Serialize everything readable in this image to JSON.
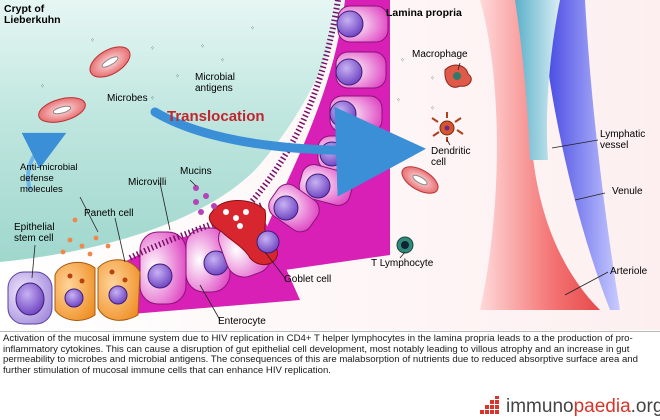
{
  "labels": {
    "crypt": "Crypt of\nLieberkuhn",
    "lamina_propria": "Lamina propria",
    "microbial_antigens": "Microbial\nantigens",
    "microbes": "Microbes",
    "macrophage": "Macrophage",
    "translocation": "Translocation",
    "dendritic_cell": "Dendritic\ncell",
    "lymphatic_vessel": "Lymphatic\nvessel",
    "anti_microbial": "Anti-microbial\ndefense\nmolecules",
    "mucins": "Mucins",
    "microvilli": "Microvilli",
    "venule": "Venule",
    "paneth_cell": "Paneth cell",
    "epithelial_stem_cell": "Epithelial\nstem cell",
    "t_lymphocyte": "T Lymphocyte",
    "goblet_cell": "Goblet cell",
    "arteriole": "Arteriole",
    "enterocyte": "Enterocyte"
  },
  "caption": "Activation of the mucosal immune system due to HIV replication in CD4+ T helper lymphocytes in the lamina propria leads to a the production of pro-inflammatory cytokines. This can cause a disruption of gut epithelial cell development, most notably leading to villous atrophy and an increase in gut permeability to microbes and microbial antigens. The consequences of this are malabsorption of nutrients due to reduced absorptive surface area and further stimulation of mucosal immune cells that can enhance HIV replication.",
  "logo": {
    "prefix": "immuno",
    "accent": "paedia",
    "suffix": ".org"
  },
  "colors": {
    "lumen_teal": "#bfe6df",
    "enterocyte_magenta": "#d81fb6",
    "nucleus_purple": "#8a5bd6",
    "paneth_orange": "#f39a2b",
    "goblet_red": "#d8262e",
    "arrow_blue": "#3a8fd6",
    "arteriole_red": "#f26a6a",
    "venule_blue": "#6a6ff0",
    "lymphatic_teal": "#7fc3d6",
    "translocation_text": "#c0262d"
  }
}
